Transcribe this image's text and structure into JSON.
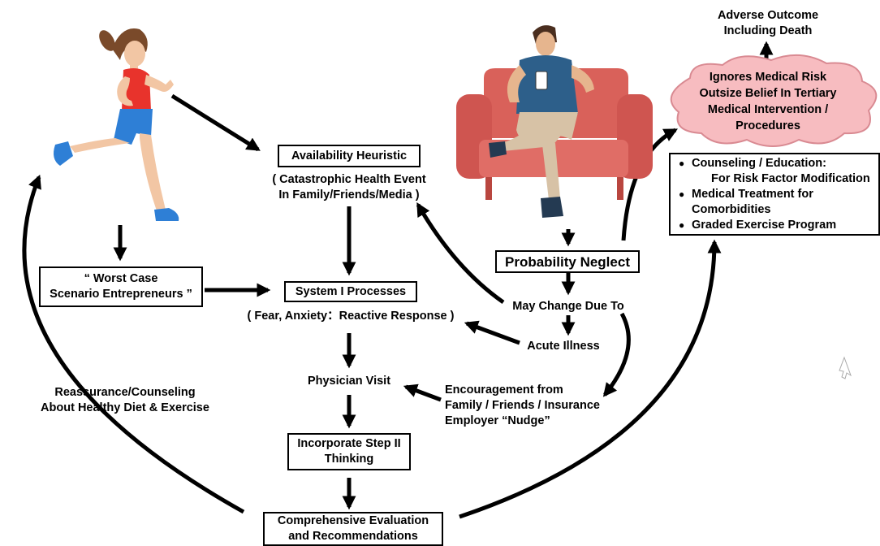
{
  "colors": {
    "cloud_fill": "#f7bcc0",
    "cloud_stroke": "#d98a92",
    "sofa": "#d9615a",
    "shirt_blue": "#2d5f8a",
    "runner_top": "#e8332c",
    "runner_shorts": "#2e7fd6"
  },
  "icons": [
    "runner-woman-illustration",
    "man-on-sofa-with-phone-illustration",
    "cursor-arrow-icon"
  ],
  "nodes": {
    "adverse_outcome": [
      "Adverse Outcome",
      "Including Death"
    ],
    "cloud": [
      "Ignores Medical Risk",
      "Outsize Belief In Tertiary",
      "Medical Intervention /",
      "Procedures"
    ],
    "availability_title": "Availability Heuristic",
    "availability_sub": [
      "( Catastrophic Health Event",
      "In Family/Friends/Media )"
    ],
    "worst_case": [
      "“ Worst Case",
      "Scenario Entrepreneurs ”"
    ],
    "system1_title": "System I Processes",
    "system1_sub": "( Fear, Anxiety：Reactive Response )",
    "probability_neglect": "Probability Neglect",
    "may_change": "May Change Due To",
    "acute_illness": "Acute Illness",
    "physician_visit": "Physician Visit",
    "encouragement": [
      "Encouragement from",
      "Family / Friends / Insurance",
      "Employer “Nudge”"
    ],
    "step2": [
      "Incorporate Step II",
      "Thinking"
    ],
    "comprehensive": [
      "Comprehensive Evaluation",
      "and  Recommendations"
    ],
    "reassurance": [
      "Reassurance/Counseling",
      "About Healthy Diet & Exercise"
    ],
    "counseling_items": [
      {
        "main": "Counseling / Education:",
        "cont": "For Risk Factor Modification"
      },
      {
        "main": "Medical Treatment for",
        "cont": "Comorbidities"
      },
      {
        "main": "Graded Exercise Program",
        "cont": ""
      }
    ]
  }
}
